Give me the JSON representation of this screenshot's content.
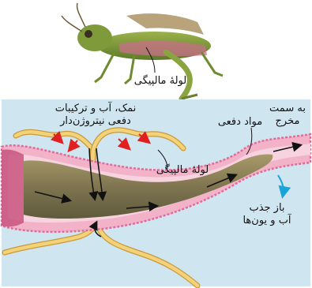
{
  "labels": {
    "top_tubule": "لولهٔ مالپیگی",
    "inputs_line1": "نمک، آب و ترکیبات",
    "inputs_line2": "دفعی نیتروژن‌دار",
    "tubule": "لولهٔ مالپیگی",
    "waste": "مواد دفعی",
    "exit_line1": "به سمت",
    "exit_line2": "مخرج",
    "reabsorb_line1": "باز جذب",
    "reabsorb_line2": "آب و یون‌ها"
  },
  "colors": {
    "panel_bg": "#cfe6f1",
    "tubule_yellow": "#f3d27a",
    "gut_pink": "#e46a9a",
    "gut_contents": "#8a7d54",
    "red_arrow": "#e02020",
    "blue_arrow": "#1aa3d9"
  }
}
